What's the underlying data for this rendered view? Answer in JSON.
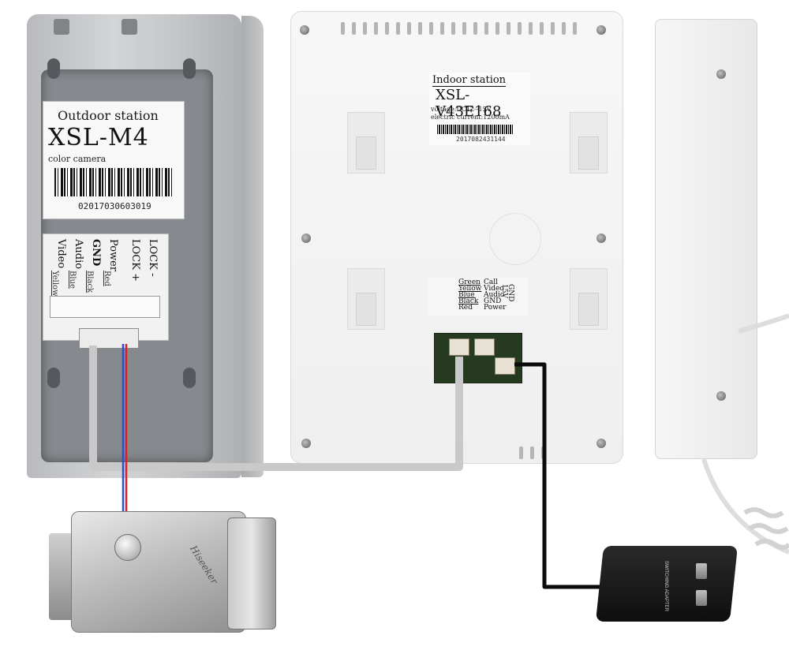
{
  "outdoor_station": {
    "title": "Outdoor station",
    "model": "XSL-M4",
    "camera": "color camera",
    "serial": "02017030603019",
    "terminals": [
      {
        "name": "Video",
        "color": "Yellow"
      },
      {
        "name": "Audio",
        "color": "Blue"
      },
      {
        "name": "GND",
        "color": "Black"
      },
      {
        "name": "Power",
        "color": "Red"
      },
      {
        "name": "LOCK +",
        "color": ""
      },
      {
        "name": "LOCK -",
        "color": ""
      }
    ]
  },
  "indoor_station": {
    "title": "Indoor station",
    "model": "XSL-V43E168",
    "voltage": "voltage:DC12--15V",
    "current": "electric current:1200mA",
    "serial": "2017082431144",
    "terminals": [
      {
        "color": "Green",
        "name": "Call"
      },
      {
        "color": "Yellow",
        "name": "Video"
      },
      {
        "color": "Blue",
        "name": "Audio"
      },
      {
        "color": "Black",
        "name": "GND"
      },
      {
        "color": "Red",
        "name": "Power"
      }
    ],
    "power_labels": [
      "GND",
      "15V"
    ]
  },
  "lock": {
    "logo": "Hiseeker"
  },
  "adapter": {
    "text": "SWITCHING ADAPTER"
  },
  "colors": {
    "wire_gray": "#c9c9c9",
    "wire_red": "#e02020",
    "wire_blue": "#2b4fd6",
    "wire_black": "#0a0a0a"
  }
}
